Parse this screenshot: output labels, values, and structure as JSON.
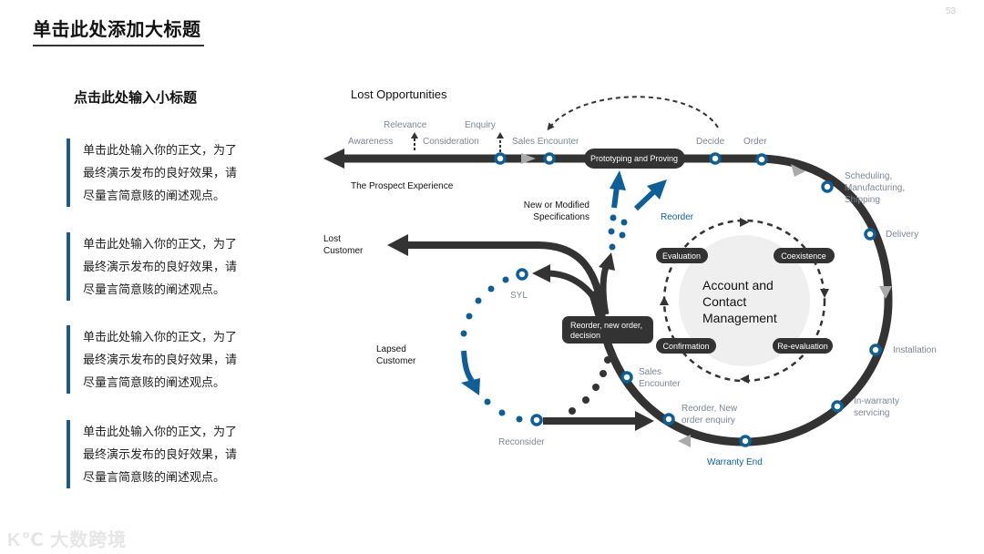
{
  "slide": {
    "main_title": "单击此处添加大标题",
    "page_number": "53",
    "sub_title": "点击此处输入小标题",
    "paragraphs": [
      {
        "lines": [
          "单击此处输入你的正文，为了",
          "最终演示发布的良好效果，请",
          "尽量言简意赅的阐述观点。"
        ]
      },
      {
        "lines": [
          "单击此处输入你的正文，为了",
          "最终演示发布的良好效果，请",
          "尽量言简意赅的阐述观点。"
        ]
      },
      {
        "lines": [
          "单击此处输入你的正文，为了",
          "最终演示发布的良好效果，请",
          "尽量言简意赅的阐述观点。"
        ]
      },
      {
        "lines": [
          "单击此处输入你的正文，为了",
          "最终演示发布的良好效果，请",
          "尽量言简意赅的阐述观点。"
        ]
      }
    ],
    "logo_text": "大数跨境",
    "logo_mark": "K℃"
  },
  "colors": {
    "dark": "#333333",
    "blue": "#0f5e96",
    "gray_text": "#7a8797",
    "light_gray_arrow": "#aaaaaa",
    "circle_fill": "#efefef"
  },
  "diagram": {
    "lost_opportunities": "Lost Opportunities",
    "prospect_experience": "The Prospect Experience",
    "stages": {
      "awareness": "Awareness",
      "relevance": "Relevance",
      "consideration": "Consideration",
      "enquiry": "Enquiry",
      "sales_encounter_top": "Sales Encounter",
      "prototyping": "Prototyping and Proving",
      "decide": "Decide",
      "order": "Order",
      "scheduling": [
        "Scheduling,",
        "Manufacturing,",
        "Shipping"
      ],
      "delivery": "Delivery",
      "installation": "Installation",
      "in_warranty": [
        "In-warranty",
        "servicing"
      ],
      "warranty_end": "Warranty End",
      "reorder_new": [
        "Reorder, New",
        "order enquiry"
      ],
      "sales_encounter_bottom": [
        "Sales",
        "Encounter"
      ],
      "reorder_decision": [
        "Reorder, new order,",
        "decision"
      ],
      "reorder": "Reorder",
      "new_specs": [
        "New or Modified",
        "Specifications"
      ],
      "lost_customer": [
        "Lost",
        "Customer"
      ],
      "syl": "SYL",
      "lapsed_customer": [
        "Lapsed",
        "Customer"
      ],
      "reconsider": "Reconsider"
    },
    "center": {
      "title": [
        "Account and",
        "Contact",
        "Management"
      ],
      "evaluation": "Evaluation",
      "coexistence": "Coexistence",
      "confirmation": "Confirmation",
      "re_evaluation": "Re-evaluation"
    }
  }
}
